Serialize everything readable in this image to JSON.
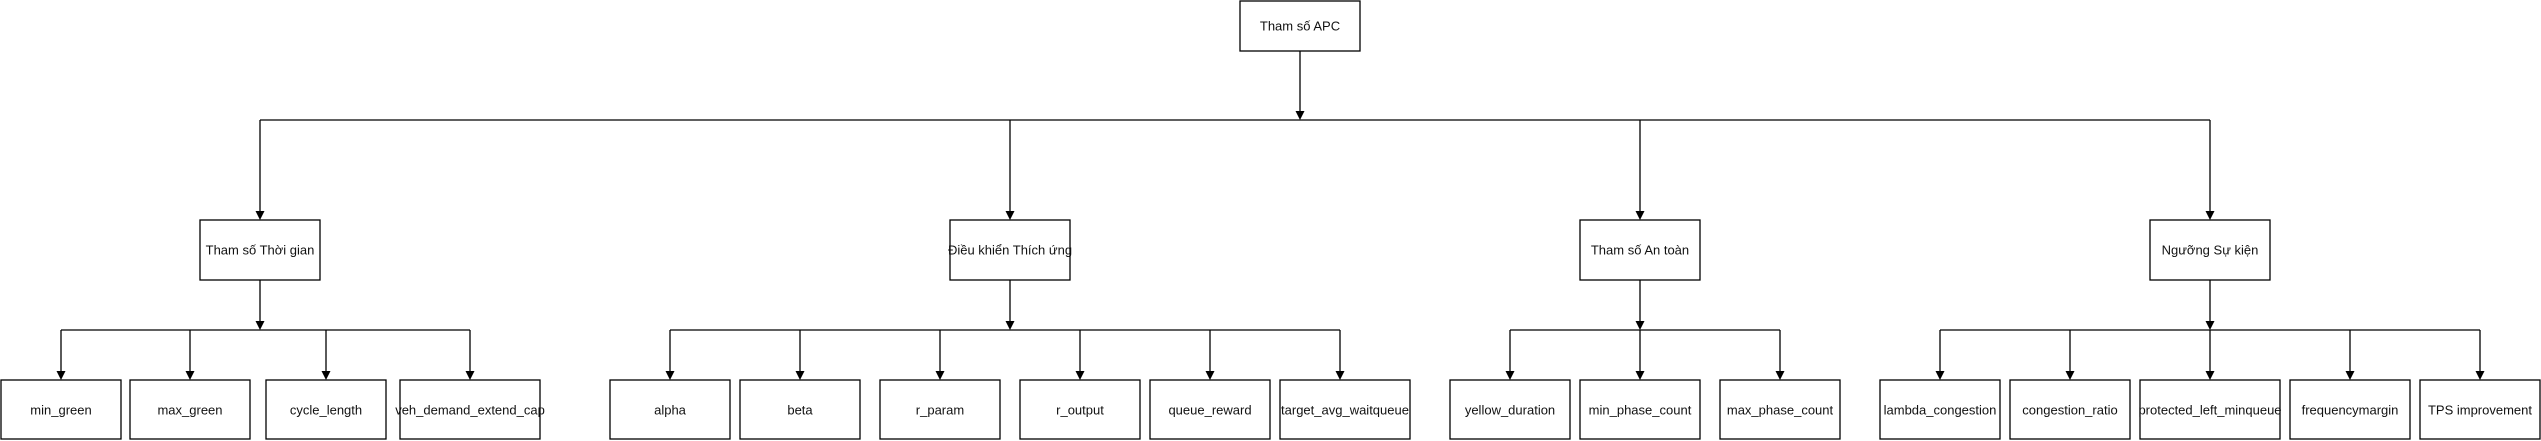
{
  "diagram": {
    "root": {
      "label": "Tham số APC"
    },
    "groups": [
      {
        "label": "Tham số Thời gian",
        "children": [
          "min_green",
          "max_green",
          "cycle_length",
          "veh_demand_extend_cap"
        ]
      },
      {
        "label": "Điều khiển Thích ứng",
        "children": [
          "alpha",
          "beta",
          "r_param",
          "r_output",
          "queue_reward",
          "target_avg_waitqueue"
        ]
      },
      {
        "label": "Tham số An toàn",
        "children": [
          "yellow_duration",
          "min_phase_count",
          "max_phase_count"
        ]
      },
      {
        "label": "Ngưỡng Sự kiện",
        "children": [
          "lambda_congestion",
          "congestion_ratio",
          "protected_left_minqueue",
          "frequencymargin",
          "TPS improvement"
        ]
      }
    ]
  }
}
